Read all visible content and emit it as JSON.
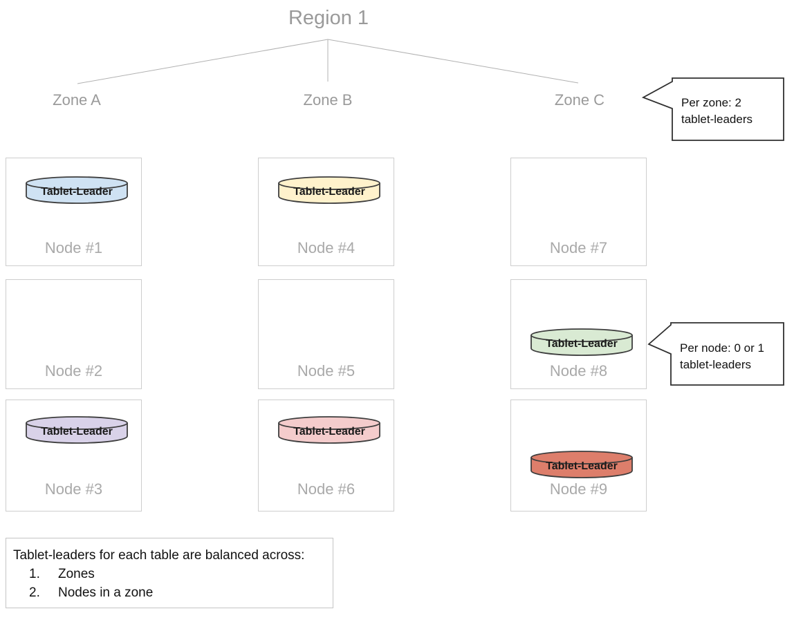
{
  "region": {
    "label": "Region 1"
  },
  "zones": [
    {
      "label": "Zone A"
    },
    {
      "label": "Zone B"
    },
    {
      "label": "Zone C"
    }
  ],
  "nodes": [
    {
      "label": "Node #1",
      "tablet_leader": {
        "label": "Tablet-Leader",
        "color": "#cfe2f3"
      }
    },
    {
      "label": "Node #2"
    },
    {
      "label": "Node #3",
      "tablet_leader": {
        "label": "Tablet-Leader",
        "color": "#d9d2e9"
      }
    },
    {
      "label": "Node #4",
      "tablet_leader": {
        "label": "Tablet-Leader",
        "color": "#fff2cc"
      }
    },
    {
      "label": "Node #5"
    },
    {
      "label": "Node #6",
      "tablet_leader": {
        "label": "Tablet-Leader",
        "color": "#f4cccc"
      }
    },
    {
      "label": "Node #7"
    },
    {
      "label": "Node #8",
      "tablet_leader": {
        "label": "Tablet-Leader",
        "color": "#d9ead3"
      }
    },
    {
      "label": "Node #9",
      "tablet_leader": {
        "label": "Tablet-Leader",
        "color": "#dd7e6b"
      }
    }
  ],
  "callouts": [
    {
      "text": "Per zone: 2 tablet-leaders"
    },
    {
      "text": "Per node: 0 or 1 tablet-leaders"
    }
  ],
  "note_box": {
    "title": "Tablet-leaders for each table are balanced across:",
    "items": [
      {
        "num": "1.",
        "text": "Zones"
      },
      {
        "num": "2.",
        "text": "Nodes in a zone"
      }
    ]
  },
  "colors": {
    "tree_line": "#b0b0b0",
    "node_border": "#cdcdcd",
    "callout_border": "#2f2f2f",
    "cylinder_stroke": "#3d3d3d"
  }
}
